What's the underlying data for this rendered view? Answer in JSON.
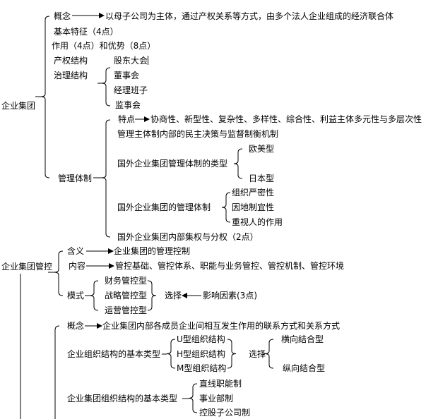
{
  "group": {
    "root": "企业集团",
    "concept": "概念",
    "concept_def": "以母子公司为主体，通过产权关系等方式，由多个法人企业组成的经济联合体",
    "features": "基本特征（4点）",
    "roles": "作用（4点）和优势（8点）",
    "property": "产权结构",
    "governance": "治理结构",
    "governance_items": [
      "股东大会",
      "董事会",
      "经理班子",
      "监事会"
    ],
    "mgmt": {
      "label": "管理体制",
      "trait": "特点",
      "trait_def": "协商性、新型性、复杂性、多样性、综合性、利益主体多元性与多层次性",
      "democracy": "管理主体制内部的民主决策与监督制衡机制",
      "foreign_types": "国外企业集团管理体制的类型",
      "foreign_types_items": [
        "欧美型",
        "日本型"
      ],
      "foreign_system": "国外企业集团的管理体制",
      "foreign_system_items": [
        "组织严密性",
        "因地制宜性",
        "重视人的作用"
      ],
      "centralization": "国外企业集团内部集权与分权（2点）"
    }
  },
  "control": {
    "root": "企业集团管控",
    "meaning": "含义",
    "meaning_def": "企业集团的管理控制",
    "content": "内容",
    "content_def": "管控基础、管控体系、职能与业务管控、管控机制、管控环境",
    "mode": "模式",
    "mode_items": [
      "财务管控型",
      "战略管控型",
      "运营管控型"
    ],
    "choose": "选择",
    "factors": "影响因素(3点)",
    "org": {
      "concept": "概念",
      "concept_def": "企业集团内部各成员企业间相互发生作用的联系方式和关系方式",
      "basic_types": "企业组织结构的基本类型",
      "basic_types_items": [
        "U型组织结构",
        "H型组织结构",
        "M型组织结构"
      ],
      "choose": "选择",
      "combine_items": [
        "横向结合型",
        "纵向结合型"
      ],
      "group_types": "企业集团组织结构的基本类型",
      "group_types_items": [
        "直线职能制",
        "事业部制",
        "控股子公司制"
      ]
    }
  }
}
